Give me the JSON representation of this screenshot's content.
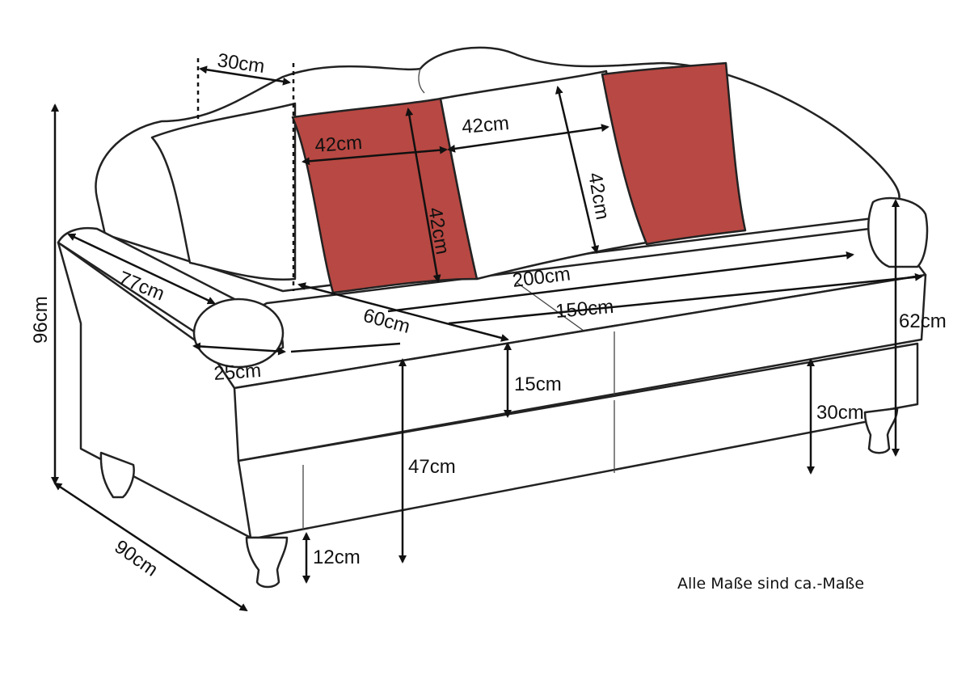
{
  "dimensions": {
    "back_depth": "30cm",
    "red_pillow_width": "42cm",
    "red_pillow_height": "42cm",
    "white_pillow_width": "42cm",
    "white_pillow_height": "42cm",
    "total_width": "200cm",
    "seat_width": "150cm",
    "arm_length": "77cm",
    "seat_depth": "60cm",
    "arm_width": "25cm",
    "cushion_height": "15cm",
    "total_height": "96cm",
    "arm_height": "62cm",
    "seat_base_height": "30cm",
    "seat_height": "47cm",
    "leg_height": "12cm",
    "total_depth": "90cm"
  },
  "note": "Alle Maße sind ca.-Maße",
  "colors": {
    "accent_pillow": "#b84843",
    "outline": "#222222"
  }
}
